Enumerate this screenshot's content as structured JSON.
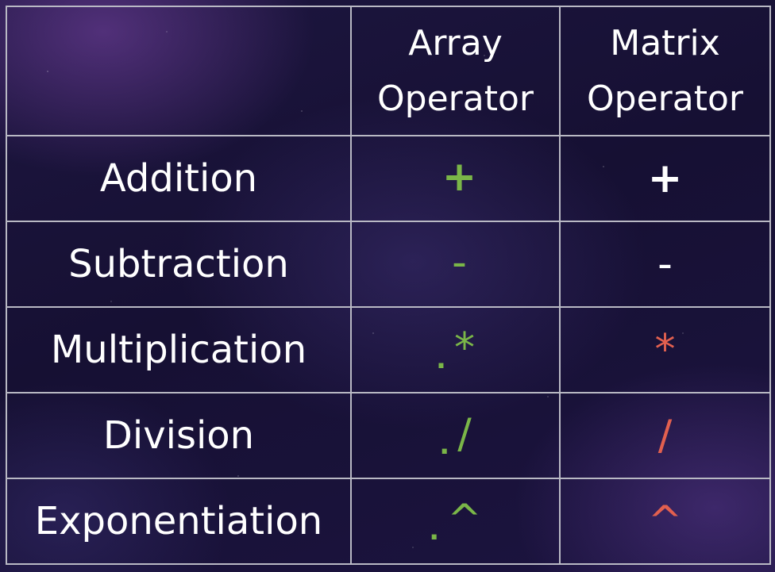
{
  "colors": {
    "array_operator": "#7ab648",
    "matrix_operator_highlight": "#e2604f",
    "text": "#ffffff",
    "grid": "#b9b9c4"
  },
  "header": {
    "corner": "",
    "array_col_line1": "Array",
    "array_col_line2": "Operator",
    "matrix_col_line1": "Matrix",
    "matrix_col_line2": "Operator"
  },
  "rows": [
    {
      "label": "Addition",
      "array_dot": "",
      "array_sym": "+",
      "matrix_sym": "+",
      "matrix_color": "#ffffff"
    },
    {
      "label": "Subtraction",
      "array_dot": "",
      "array_sym": "-",
      "matrix_sym": "-",
      "matrix_color": "#ffffff"
    },
    {
      "label": "Multiplication",
      "array_dot": ".",
      "array_sym": "*",
      "matrix_sym": "*",
      "matrix_color": "#e2604f"
    },
    {
      "label": "Division",
      "array_dot": ".",
      "array_sym": "/",
      "matrix_sym": "/",
      "matrix_color": "#e2604f"
    },
    {
      "label": "Exponentiation",
      "array_dot": ".",
      "array_sym": "^",
      "matrix_sym": "^",
      "matrix_color": "#e2604f"
    }
  ]
}
